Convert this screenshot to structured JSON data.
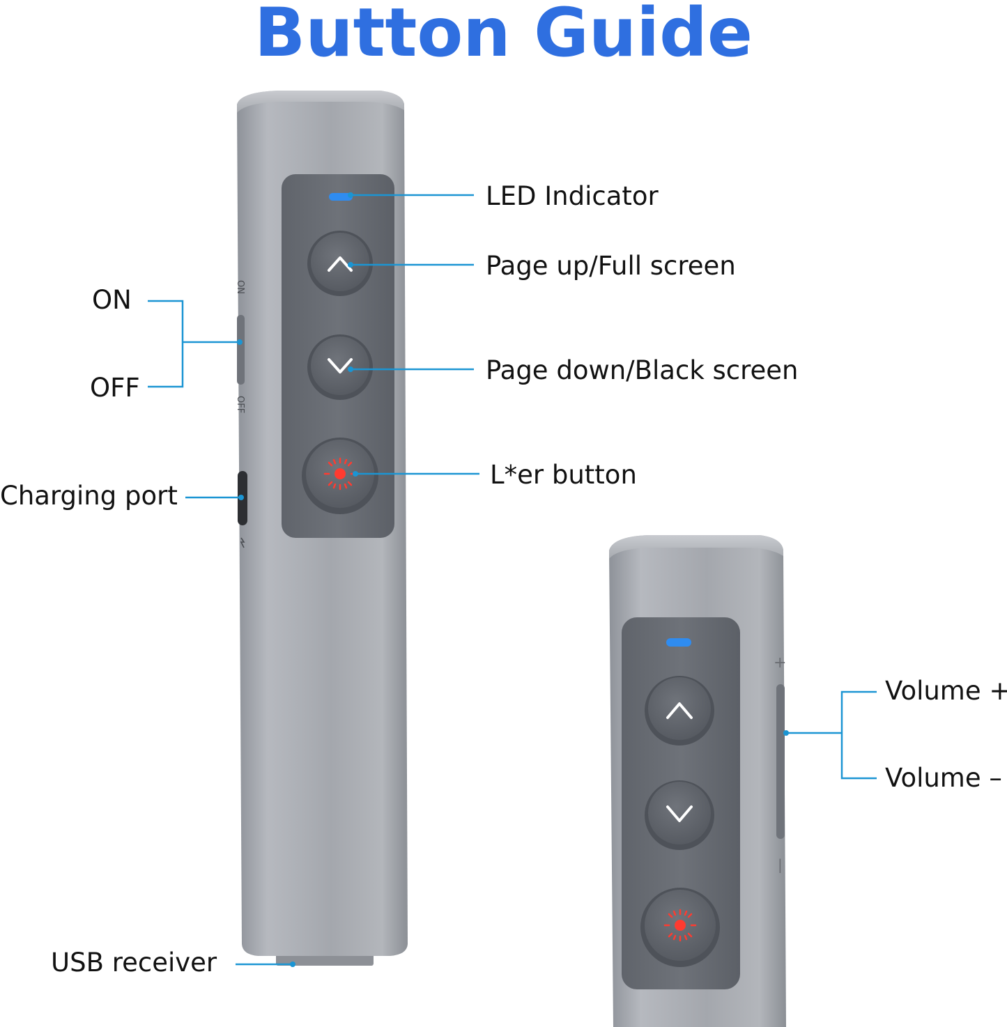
{
  "title": "Button Guide",
  "colors": {
    "title": "#2f6fe0",
    "leader": "#1b95d3",
    "body": "#a5a8ae",
    "panel": "#6a6e75",
    "button": "#5c6067",
    "led": "#2f8cf0",
    "laser": "#ff3b30"
  },
  "labels": {
    "led_indicator": "LED Indicator",
    "page_up": "Page up/Full screen",
    "page_down": "Page down/Black screen",
    "laser_button": "L*er button",
    "on": "ON",
    "off": "OFF",
    "charging_port": "Charging port",
    "usb_receiver": "USB receiver",
    "volume_up": "Volume +",
    "volume_down": "Volume –"
  },
  "device_markings": {
    "switch_on": "ON",
    "switch_off": "OFF",
    "vol_plus": "+",
    "vol_minus": "|"
  },
  "icons": [
    "chevron-up-icon",
    "chevron-down-icon",
    "laser-icon",
    "charge-icon"
  ]
}
